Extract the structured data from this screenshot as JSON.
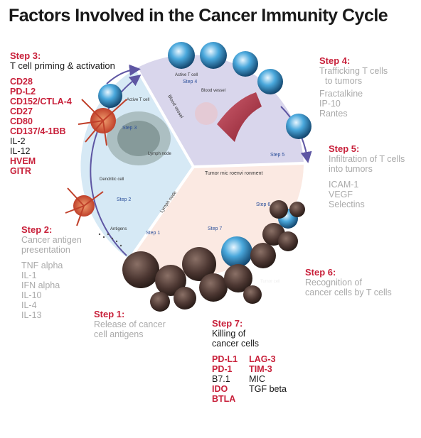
{
  "title": "Factors Involved in the Cancer Immunity Cycle",
  "step3": {
    "heading": "Step 3:",
    "description": "T cell priming & activation",
    "factors_red": [
      "CD28",
      "PD-L2",
      "CD152/CTLA-4",
      "CD27",
      "CD80",
      "CD137/4-1BB"
    ],
    "factors_black": [
      "IL-2",
      "IL-12"
    ],
    "factors_red2": [
      "HVEM",
      "GITR"
    ]
  },
  "step4": {
    "heading": "Step 4:",
    "description": [
      "Trafficking T cells",
      "to tumors"
    ],
    "factors": [
      "Fractalkine",
      "IP-10",
      "Rantes"
    ]
  },
  "step5": {
    "heading": "Step 5:",
    "description": [
      "Infiltration of T cells",
      "into tumors"
    ],
    "factors": [
      "ICAM-1",
      "VEGF",
      "Selectins"
    ]
  },
  "step2": {
    "heading": "Step 2:",
    "description": [
      "Cancer antigen",
      "presentation"
    ],
    "factors": [
      "TNF alpha",
      "IL-1",
      "IFN alpha",
      "IL-10",
      "IL-4",
      "IL-13"
    ]
  },
  "step6": {
    "heading": "Step 6:",
    "description": [
      "Recognition of",
      "cancer cells by T cells"
    ]
  },
  "step1": {
    "heading": "Step 1:",
    "description": [
      "Release of cancer",
      "cell antigens"
    ]
  },
  "step7": {
    "heading": "Step 7:",
    "description": [
      "Killing of",
      "cancer cells"
    ],
    "col1_red": [
      "PD-L1",
      "PD-1"
    ],
    "col1_black": [
      "B7.1"
    ],
    "col1_red2": [
      "IDO",
      "BTLA"
    ],
    "col2_red": [
      "LAG-3",
      "TIM-3"
    ],
    "col2_black": [
      "MIC",
      "TGF beta"
    ]
  },
  "diagram": {
    "label_active_t_cell_1": "Active T cell",
    "label_active_t_cell_2": "Active T cell",
    "label_blood_vessel_1": "Blood vessel",
    "label_blood_vessel_2": "Blood vessel",
    "label_lymph_node_1": "Lymph node",
    "label_lymph_node_2": "Lymph node",
    "label_dendritic_cell": "Dendritic cell",
    "label_antigens": "Antigens",
    "label_tumor_env": "Tumor mic roenvi ronment",
    "label_tumor_cell": "Tumor cell",
    "inner_step1": "Step 1",
    "inner_step2": "Step 2",
    "inner_step3": "Step 3",
    "inner_step4": "Step 4",
    "inner_step5": "Step 5",
    "inner_step6": "Step 6",
    "inner_step7": "Step 7"
  },
  "colors": {
    "accent_red": "#c8203a",
    "muted_gray": "#aaaaaa",
    "sector_purple": "#d9d6ec",
    "sector_blue": "#d6e9f5",
    "sector_peach": "#fbe9e2",
    "arrow_purple": "#5e56a3"
  }
}
